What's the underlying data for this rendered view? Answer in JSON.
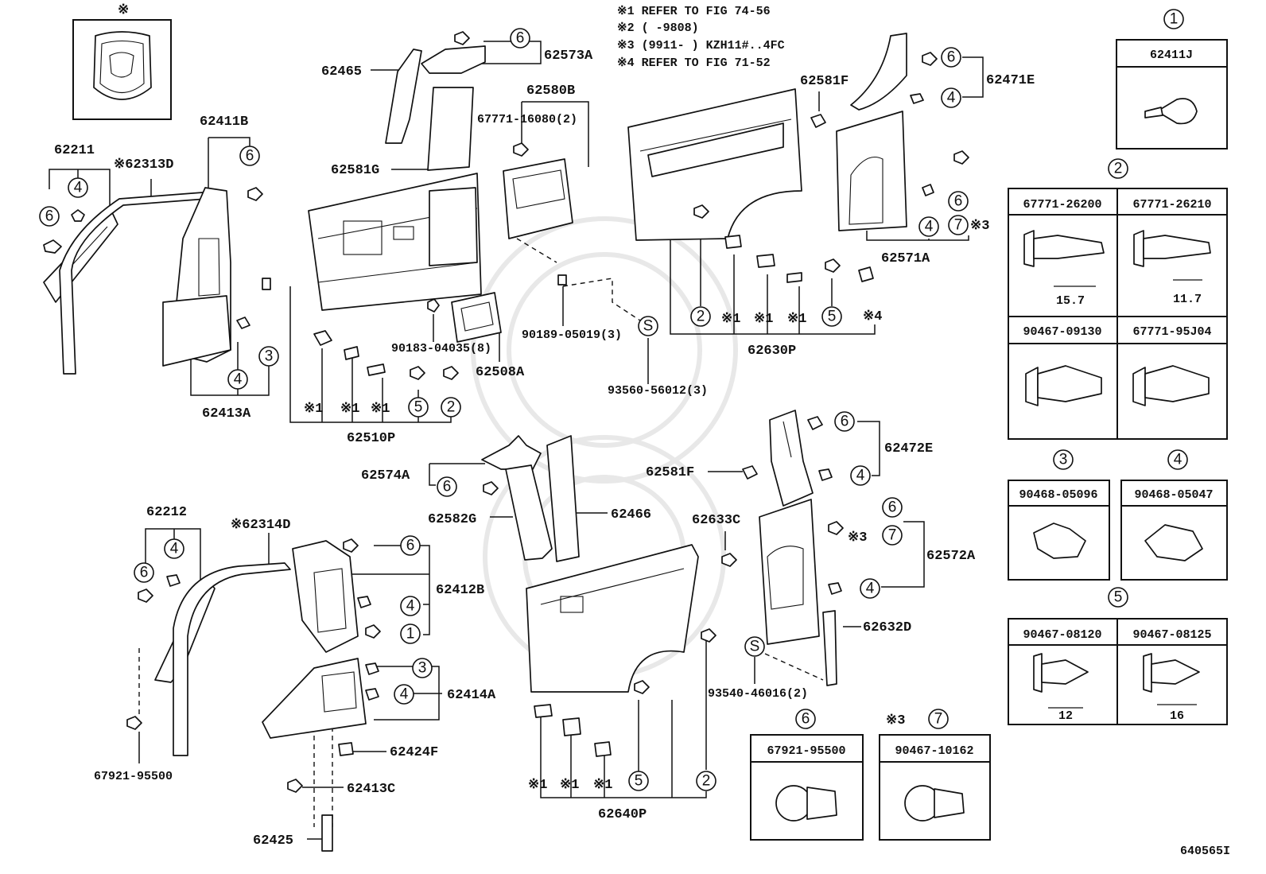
{
  "notes": [
    "※1 REFER TO FIG 74-56",
    "※2 (      -9808)",
    "※3 (9911-      ) KZH11#..4FC",
    "※4 REFER TO FIG 71-52"
  ],
  "top_left_mark": "※",
  "labels": {
    "p62465": "62465",
    "p62573A": "62573A",
    "p62580B": "62580B",
    "p67771_16080": "67771-16080(2)",
    "p62581G": "62581G",
    "p62411B": "62411B",
    "p62211": "62211",
    "p62313D": "※62313D",
    "p62413A": "62413A",
    "p62510P": "62510P",
    "p90183": "90183-04035(8)",
    "p62508A": "62508A",
    "p90189": "90189-05019(3)",
    "p93560": "93560-56012(3)",
    "p62581F_top": "62581F",
    "p62471E": "62471E",
    "p62571A": "62571A",
    "p62630P": "62630P",
    "p62472E": "62472E",
    "p62581F_mid": "62581F",
    "p62574A": "62574A",
    "p62582G": "62582G",
    "p62466": "62466",
    "p62633C": "62633C",
    "p62572A": "62572A",
    "p62212": "62212",
    "p62314D": "※62314D",
    "p62412B": "62412B",
    "p62414A": "62414A",
    "p62424F": "62424F",
    "p62413C": "62413C",
    "p62425": "62425",
    "p67921_left": "67921-95500",
    "p62632D": "62632D",
    "p93540": "93540-46016(2)",
    "p62640P": "62640P"
  },
  "callout_marks": {
    "star1": "※1",
    "star3": "※3",
    "star4": "※4",
    "s": "S"
  },
  "legend_boxes": [
    {
      "index": "1",
      "parts": [
        "62411J"
      ]
    },
    {
      "index": "2",
      "parts": [
        "67771-26200",
        "67771-26210",
        "90467-09130",
        "67771-95J04"
      ],
      "dims": [
        "15.7",
        "11.7"
      ]
    },
    {
      "index": "3",
      "parts": [
        "90468-05096"
      ]
    },
    {
      "index": "4",
      "parts": [
        "90468-05047"
      ]
    },
    {
      "index": "5",
      "parts": [
        "90467-08120",
        "90467-08125"
      ],
      "dims": [
        "12",
        "16"
      ]
    },
    {
      "index": "6",
      "parts": [
        "67921-95500"
      ]
    },
    {
      "index": "7",
      "prefix": "※3",
      "parts": [
        "90467-10162"
      ]
    }
  ],
  "figure_code": "640565I"
}
